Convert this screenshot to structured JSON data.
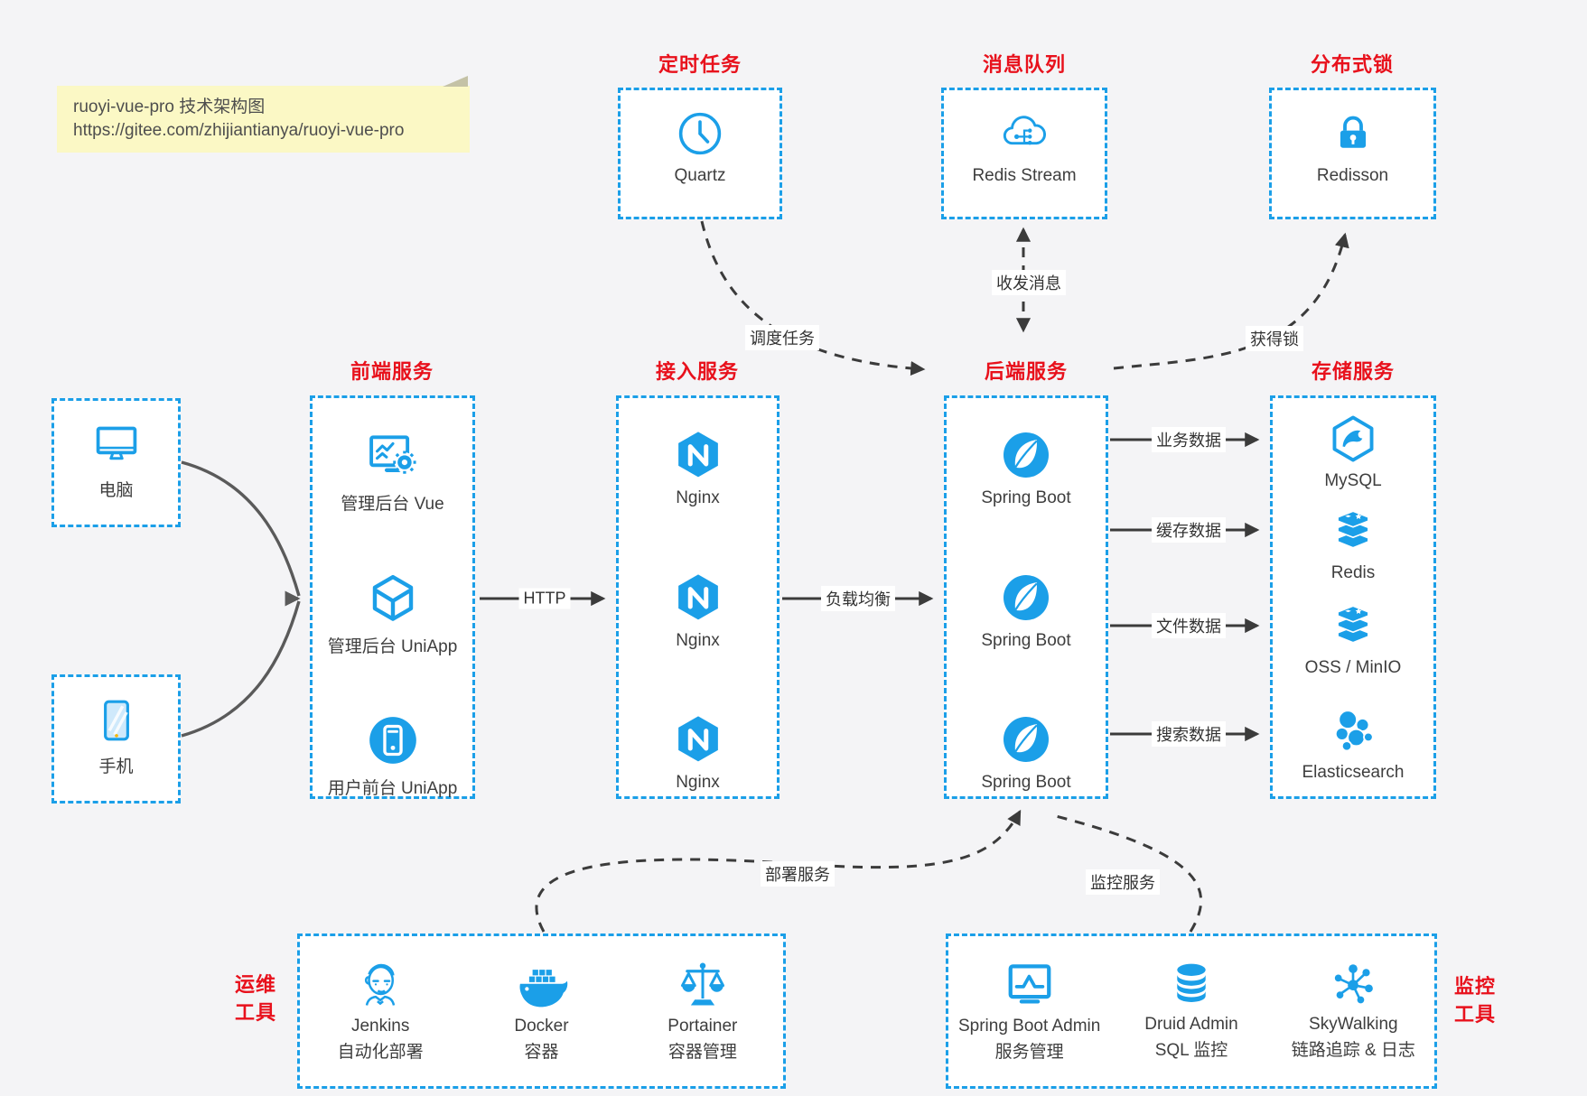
{
  "colors": {
    "accent_blue": "#1b9fe8",
    "label_red": "#e8111c",
    "canvas_bg": "#f4f4f6",
    "box_bg": "#ffffff",
    "note_bg": "#fbf8c5",
    "arrow_dark": "#3b3b3b",
    "arrow_gray": "#5a5a5a",
    "text_dark": "#3e3e3e"
  },
  "note": {
    "line1": "ruoyi-vue-pro 技术架构图",
    "line2": "https://gitee.com/zhijiantianya/ruoyi-vue-pro"
  },
  "top_groups": [
    {
      "label": "定时任务",
      "item": {
        "icon": "clock-icon",
        "name": "Quartz"
      }
    },
    {
      "label": "消息队列",
      "item": {
        "icon": "cloud-network-icon",
        "name": "Redis Stream"
      }
    },
    {
      "label": "分布式锁",
      "item": {
        "icon": "lock-icon",
        "name": "Redisson"
      }
    }
  ],
  "clients": [
    {
      "icon": "desktop-icon",
      "label": "电脑"
    },
    {
      "icon": "smartphone-icon",
      "label": "手机"
    }
  ],
  "service_columns": [
    {
      "label": "前端服务",
      "items": [
        {
          "icon": "admin-vue-icon",
          "name": "管理后台 Vue"
        },
        {
          "icon": "uniapp-cube-icon",
          "name": "管理后台 UniApp"
        },
        {
          "icon": "mobile-app-icon",
          "name": "用户前台 UniApp"
        }
      ]
    },
    {
      "label": "接入服务",
      "items": [
        {
          "icon": "nginx-icon",
          "name": "Nginx"
        },
        {
          "icon": "nginx-icon",
          "name": "Nginx"
        },
        {
          "icon": "nginx-icon",
          "name": "Nginx"
        }
      ]
    },
    {
      "label": "后端服务",
      "items": [
        {
          "icon": "spring-boot-icon",
          "name": "Spring Boot"
        },
        {
          "icon": "spring-boot-icon",
          "name": "Spring Boot"
        },
        {
          "icon": "spring-boot-icon",
          "name": "Spring Boot"
        }
      ]
    },
    {
      "label": "存储服务",
      "items": [
        {
          "icon": "mysql-icon",
          "name": "MySQL"
        },
        {
          "icon": "redis-stack-icon",
          "name": "Redis"
        },
        {
          "icon": "redis-stack-icon",
          "name": "OSS / MinIO"
        },
        {
          "icon": "elasticsearch-icon",
          "name": "Elasticsearch"
        }
      ]
    }
  ],
  "bottom_groups": [
    {
      "label_line1": "运维",
      "label_line2": "工具",
      "items": [
        {
          "icon": "jenkins-icon",
          "name": "Jenkins",
          "desc": "自动化部署"
        },
        {
          "icon": "docker-icon",
          "name": "Docker",
          "desc": "容器"
        },
        {
          "icon": "portainer-icon",
          "name": "Portainer",
          "desc": "容器管理"
        }
      ]
    },
    {
      "label_line1": "监控",
      "label_line2": "工具",
      "items": [
        {
          "icon": "spring-boot-admin-icon",
          "name": "Spring Boot Admin",
          "desc": "服务管理"
        },
        {
          "icon": "druid-icon",
          "name": "Druid Admin",
          "desc": "SQL 监控"
        },
        {
          "icon": "skywalking-icon",
          "name": "SkyWalking",
          "desc": "链路追踪 & 日志"
        }
      ]
    }
  ],
  "edge_labels": {
    "http": "HTTP",
    "load_balance": "负载均衡",
    "business_data": "业务数据",
    "cache_data": "缓存数据",
    "file_data": "文件数据",
    "search_data": "搜索数据",
    "schedule_tasks": "调度任务",
    "send_receive_messages": "收发消息",
    "acquire_lock": "获得锁",
    "deploy_services": "部署服务",
    "monitor_services": "监控服务"
  }
}
